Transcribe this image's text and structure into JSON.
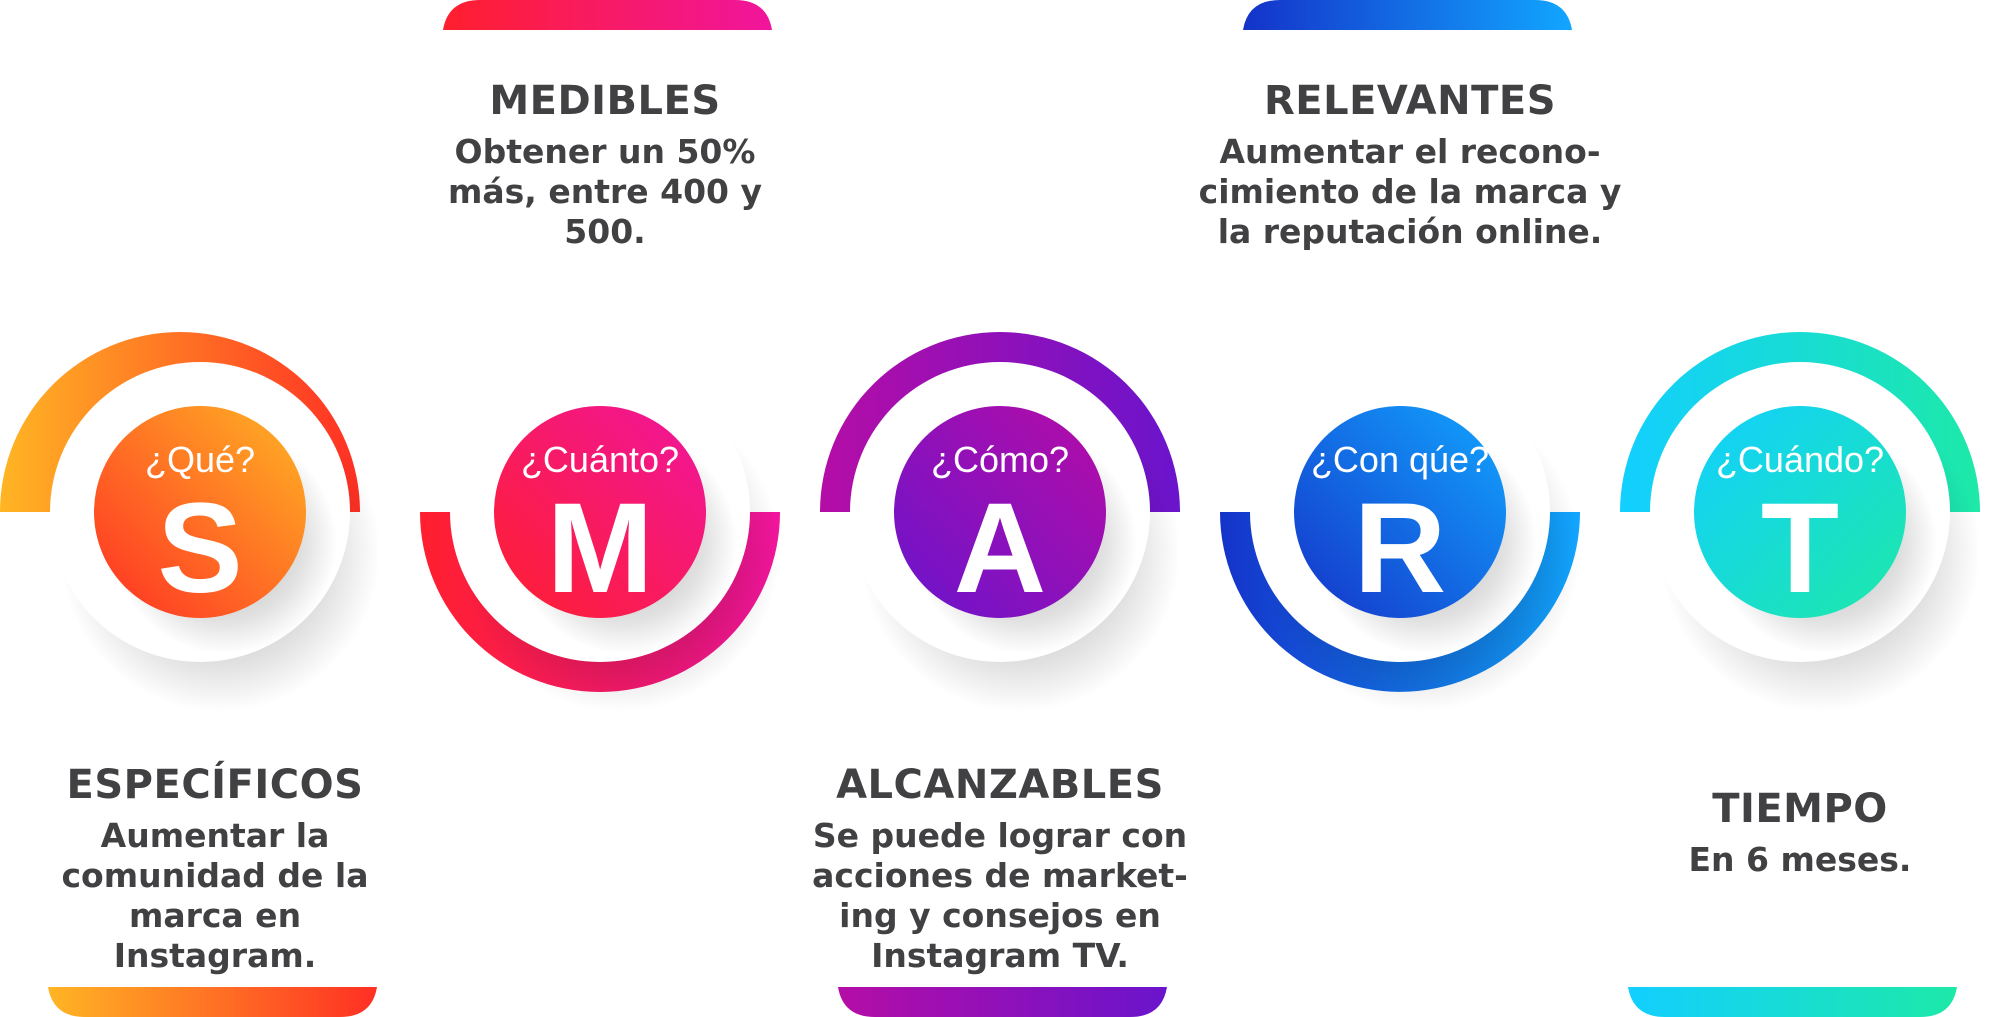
{
  "items": [
    {
      "question": "¿Qué?",
      "letter": "S",
      "title": "ESPECÍFICOS",
      "lines": [
        "Aumentar la",
        "comunidad de la",
        "marca en",
        "Instagram."
      ],
      "colors": [
        "#ffb524",
        "#ff2f24"
      ]
    },
    {
      "question": "¿Cuánto?",
      "letter": "M",
      "title": "MEDIBLES",
      "lines": [
        "Obtener un 50%",
        "más, entre 400 y",
        "500."
      ],
      "colors": [
        "#ff1f2e",
        "#f0159d"
      ]
    },
    {
      "question": "¿Cómo?",
      "letter": "A",
      "title": "ALCANZABLES",
      "lines": [
        "Se puede lograr con",
        "acciones de market-",
        "ing y consejos en",
        "Instagram TV."
      ],
      "colors": [
        "#b50da6",
        "#6a14cc"
      ]
    },
    {
      "question": "¿Con qúe?",
      "letter": "R",
      "title": "RELEVANTES",
      "lines": [
        "Aumentar el recono-",
        "cimiento de la marca y",
        "la reputación online."
      ],
      "colors": [
        "#1433c9",
        "#12a6ff"
      ]
    },
    {
      "question": "¿Cuándo?",
      "letter": "T",
      "title": "TIEMPO",
      "lines": [
        "En 6 meses."
      ],
      "colors": [
        "#12cfff",
        "#1de9a8"
      ]
    }
  ]
}
